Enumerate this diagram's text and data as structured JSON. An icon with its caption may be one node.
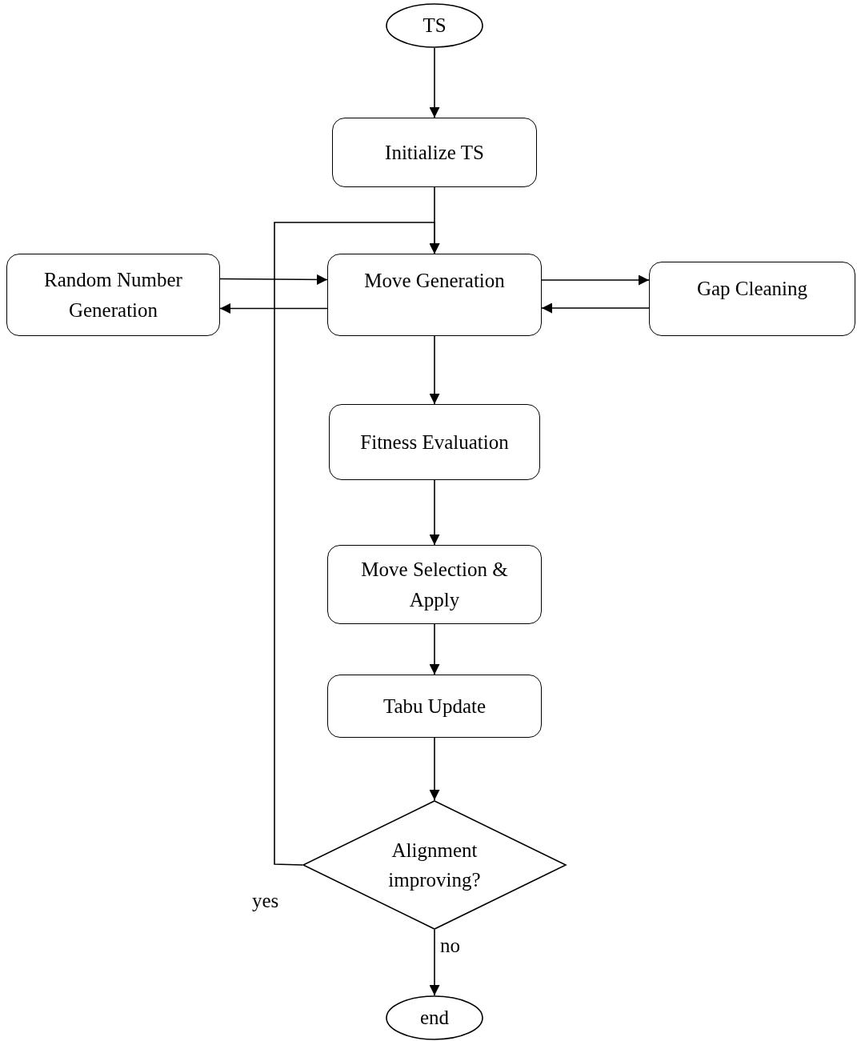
{
  "diagram": {
    "nodes": [
      {
        "text": [
          "TS"
        ]
      },
      {
        "text": [
          "Initialize TS"
        ]
      },
      {
        "text": [
          "Random Number Generation"
        ]
      },
      {
        "text": [
          "Move Generation"
        ]
      },
      {
        "text": [
          "Gap Cleaning"
        ]
      },
      {
        "text": [
          "Fitness Evaluation"
        ]
      },
      {
        "text": [
          "Move Selection & Apply"
        ]
      },
      {
        "text": [
          "Tabu Update"
        ]
      },
      {
        "text": [
          "Alignment improving?"
        ]
      },
      {
        "text": [
          "end"
        ]
      }
    ],
    "edges": [
      {
        "from": 0,
        "to": 1,
        "arrow": "to"
      },
      {
        "from": 1,
        "to": 3,
        "arrow": "to"
      },
      {
        "from": 2,
        "to": 3,
        "arrow": "to"
      },
      {
        "from": 3,
        "to": 2,
        "arrow": "to"
      },
      {
        "from": 3,
        "to": 4,
        "arrow": "to"
      },
      {
        "from": 4,
        "to": 3,
        "arrow": "to"
      },
      {
        "from": 3,
        "to": 5,
        "arrow": "to"
      },
      {
        "from": 5,
        "to": 6,
        "arrow": "to"
      },
      {
        "from": 6,
        "to": 7,
        "arrow": "to"
      },
      {
        "from": 7,
        "to": 8,
        "arrow": "to"
      },
      {
        "from": 8,
        "to": 3,
        "arrow": "to",
        "label": "yes"
      },
      {
        "from": 8,
        "to": 9,
        "arrow": "to",
        "label": "no"
      }
    ]
  }
}
